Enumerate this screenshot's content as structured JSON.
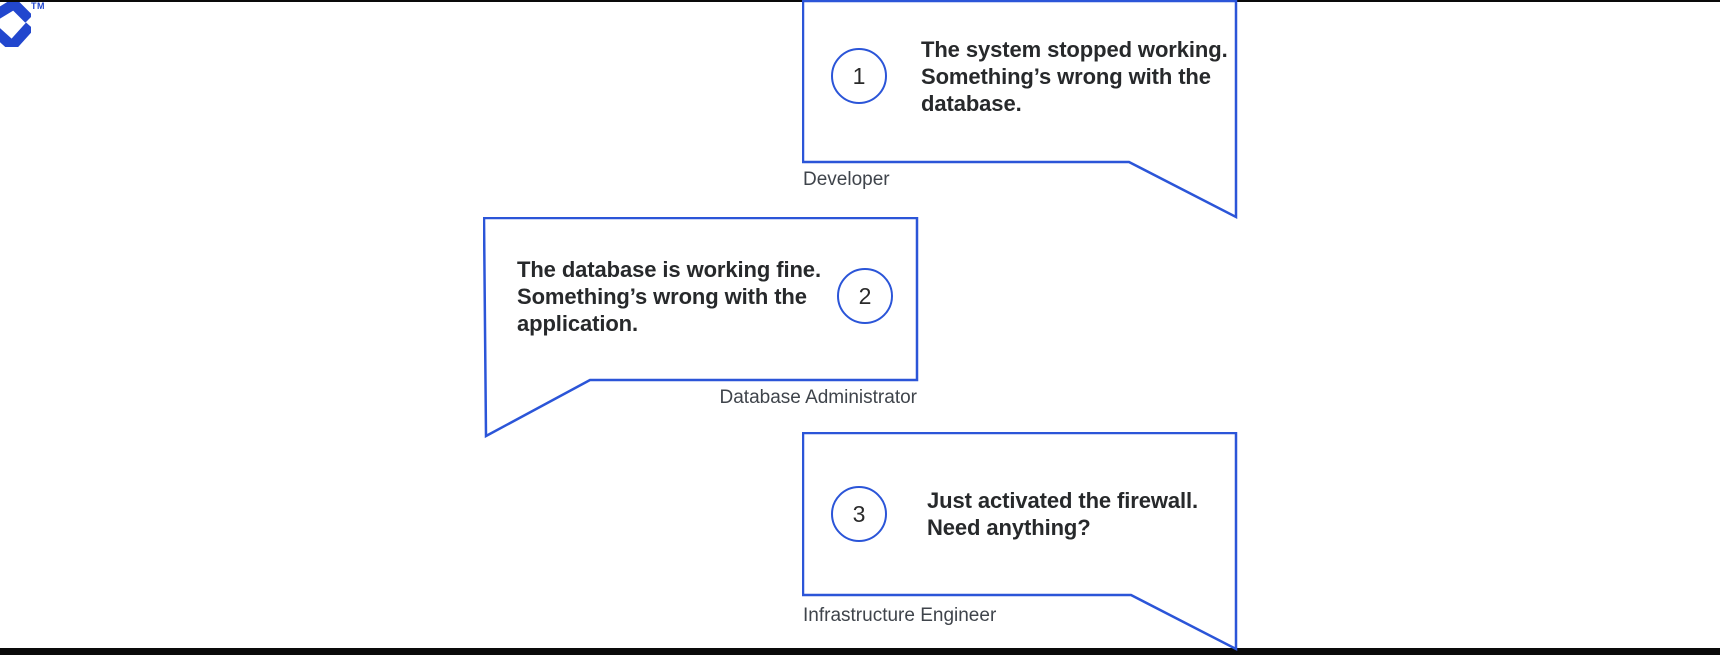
{
  "styles": {
    "accent_blue": "#2B55D8",
    "logo_blue": "#2247CE",
    "text_color": "#27292B",
    "label_color": "#3F444B",
    "rule_color": "#0A0A0A"
  },
  "logo": {
    "trademark": "TM"
  },
  "bubbles": [
    {
      "number": "1",
      "speaker": "Developer",
      "lines": [
        "The system stopped working.",
        "Something’s wrong with the",
        "database."
      ]
    },
    {
      "number": "2",
      "speaker": "Database Administrator",
      "lines": [
        "The database is working fine.",
        "Something’s wrong with the",
        "application."
      ]
    },
    {
      "number": "3",
      "speaker": "Infrastructure Engineer",
      "lines": [
        "Just activated the firewall.",
        "Need anything?"
      ]
    }
  ]
}
